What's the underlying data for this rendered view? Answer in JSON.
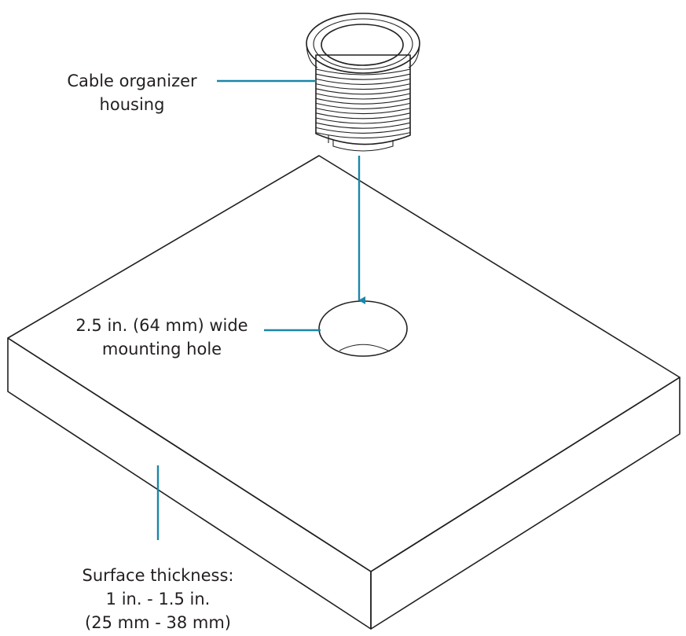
{
  "labels": {
    "housing": {
      "line1": "Cable organizer",
      "line2": "housing"
    },
    "hole": {
      "line1": "2.5 in. (64 mm) wide",
      "line2": "mounting hole"
    },
    "thickness": {
      "line1": "Surface thickness:",
      "line2": "1 in. - 1.5 in.",
      "line3": "(25 mm - 38 mm)"
    }
  },
  "colors": {
    "callout": "#1b87a8",
    "ink": "#231f20"
  }
}
